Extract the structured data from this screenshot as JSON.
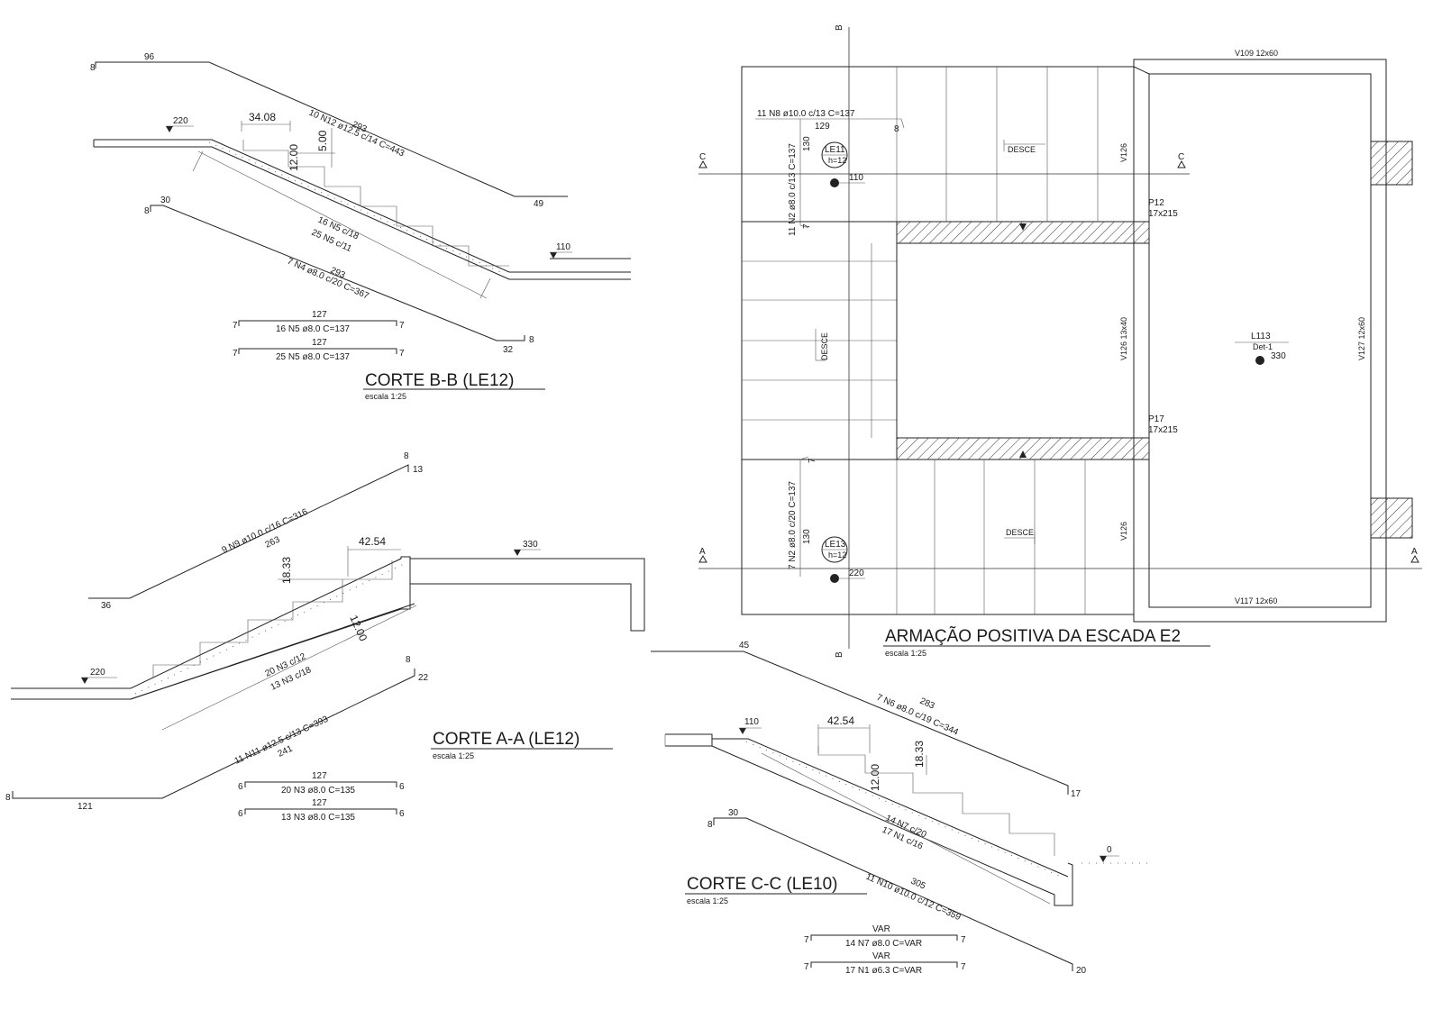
{
  "corte_bb": {
    "title": "CORTE B-B (LE12)",
    "scale": "escala 1:25",
    "dims": {
      "step": "34.08",
      "rise": "5.00",
      "thick": "12.00"
    },
    "level_top": "220",
    "level_bottom": "110",
    "top_bar": {
      "left_hook": "8",
      "left_len": "96",
      "right_len": "49",
      "label": "10 N12 ø12.5 c/14  C=443",
      "len": "293"
    },
    "mid_bar": {
      "line1": "16 N5 c/18",
      "line2": "25 N5 c/11"
    },
    "bot_bar": {
      "left_hook": "8",
      "left_len": "30",
      "right_len": "32",
      "right_hook": "8",
      "label": "7 N4 ø8.0 c/20  C=367",
      "len": "293"
    },
    "schedule": [
      {
        "len": "127",
        "label": "16 N5 ø8.0  C=137",
        "hook_l": "7",
        "hook_r": "7"
      },
      {
        "len": "127",
        "label": "25 N5 ø8.0  C=137",
        "hook_l": "7",
        "hook_r": "7"
      }
    ]
  },
  "corte_aa": {
    "title": "CORTE A-A (LE12)",
    "scale": "escala 1:25",
    "dims": {
      "step": "42.54",
      "rise": "18.33",
      "thick": "12.00"
    },
    "level_left": "220",
    "level_right": "330",
    "top_bar": {
      "hook_top": "8",
      "hook_len": "13",
      "label": "9 N9 ø10.0 c/16  C=316",
      "len": "263",
      "bottom_len": "36"
    },
    "mid_bar": {
      "line1": "20 N3 c/12",
      "line2": "13 N3 c/18"
    },
    "bot_bar": {
      "hook_top": "8",
      "hook_len": "22",
      "label": "11 N11 ø12.5 c/13  C=393",
      "len": "241",
      "left_hook": "8",
      "left_len": "121"
    },
    "schedule": [
      {
        "len": "127",
        "label": "20 N3 ø8.0  C=135",
        "hook_l": "6",
        "hook_r": "6"
      },
      {
        "len": "127",
        "label": "13 N3 ø8.0  C=135",
        "hook_l": "6",
        "hook_r": "6"
      }
    ]
  },
  "corte_cc": {
    "title": "CORTE C-C (LE10)",
    "scale": "escala 1:25",
    "dims": {
      "step": "42.54",
      "rise": "18.33",
      "thick": "12.00"
    },
    "level_top": "110",
    "level_bottom": "0",
    "top_bar": {
      "left_len": "45",
      "label": "7 N6 ø8.0 c/19  C=344",
      "len": "283",
      "right_len": "17"
    },
    "mid_bar": {
      "line1": "14 N7 c/20",
      "line2": "17 N1 c/16"
    },
    "bot_bar": {
      "left_hook": "8",
      "left_len": "30",
      "label": "11 N10 ø10.0 c/12  C=359",
      "len": "305",
      "right_len": "20"
    },
    "schedule": [
      {
        "len": "VAR",
        "label": "14 N7 ø8.0  C=VAR",
        "hook_l": "7",
        "hook_r": "7"
      },
      {
        "len": "VAR",
        "label": "17 N1 ø6.3  C=VAR",
        "hook_l": "7",
        "hook_r": "7"
      }
    ]
  },
  "plan": {
    "title": "ARMAÇÃO POSITIVA DA ESCADA E2",
    "scale": "escala 1:25",
    "axis_b": "B",
    "axis_c": "C",
    "axis_a": "A",
    "beams": {
      "v109": "V109 12x60",
      "v117": "V117 12x60",
      "v127": "V127 12x60",
      "v126_top": "V126",
      "v126_mid": "V126 13x40",
      "v126_bot": "V126"
    },
    "pillars": {
      "p12_name": "P12",
      "p12_size": "17x215",
      "p17_name": "P17",
      "p17_size": "17x215"
    },
    "le11": {
      "name": "LE11",
      "h": "h=12",
      "level": "110"
    },
    "le13": {
      "name": "LE13",
      "h": "h=12",
      "level": "220"
    },
    "l113": {
      "name": "L113",
      "det": "Det-1",
      "level": "330"
    },
    "rebar_n8": {
      "label": "11 N8 ø10.0 c/13  C=137",
      "len": "129",
      "hook": "8"
    },
    "rebar_n2_top": {
      "label": "11 N2 ø8.0 c/13  C=137",
      "len": "130",
      "hook": "7"
    },
    "rebar_n2_bot": {
      "label": "7 N2 ø8.0 c/20  C=137",
      "len": "130",
      "hook": "7"
    },
    "desce": "DESCE"
  }
}
